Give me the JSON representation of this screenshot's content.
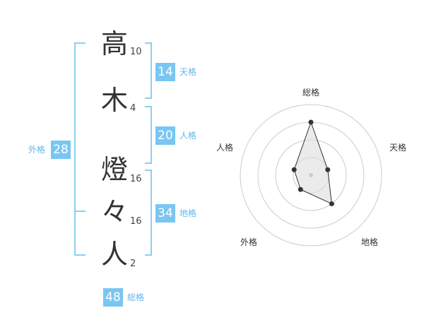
{
  "name": {
    "chars": [
      {
        "char": "高",
        "strokes": "10"
      },
      {
        "char": "木",
        "strokes": "4"
      },
      {
        "char": "燈",
        "strokes": "16"
      },
      {
        "char": "々",
        "strokes": "16"
      },
      {
        "char": "人",
        "strokes": "2"
      }
    ]
  },
  "kaku": {
    "tenkaku": {
      "value": "14",
      "label": "天格"
    },
    "jinkaku": {
      "value": "20",
      "label": "人格"
    },
    "chikaku": {
      "value": "34",
      "label": "地格"
    },
    "gaikaku": {
      "value": "28",
      "label": "外格"
    },
    "soukaku": {
      "value": "48",
      "label": "総格"
    }
  },
  "radar": {
    "axes": [
      "総格",
      "天格",
      "地格",
      "外格",
      "人格"
    ],
    "levels": 4,
    "max": 4,
    "values": [
      3,
      1,
      2,
      1,
      1
    ],
    "colors": {
      "ring": "#cccccc",
      "fill": "#dddddd",
      "line": "#333333",
      "point": "#333333"
    }
  }
}
